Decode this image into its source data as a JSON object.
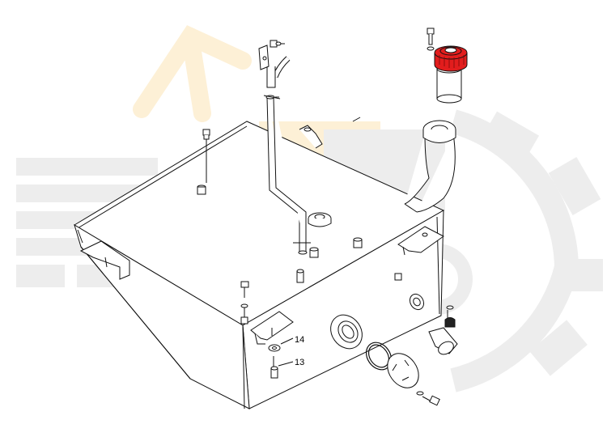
{
  "diagram": {
    "callouts": [
      {
        "id": "14",
        "label": "14"
      },
      {
        "id": "13",
        "label": "13"
      }
    ]
  },
  "colors": {
    "line": "#111111",
    "cap_red": "#e21d1d",
    "watermark_gray": "#ededed",
    "watermark_orange": "#fdf0d6"
  },
  "icons": {
    "watermark": "excavator-gear-watermark-icon"
  }
}
